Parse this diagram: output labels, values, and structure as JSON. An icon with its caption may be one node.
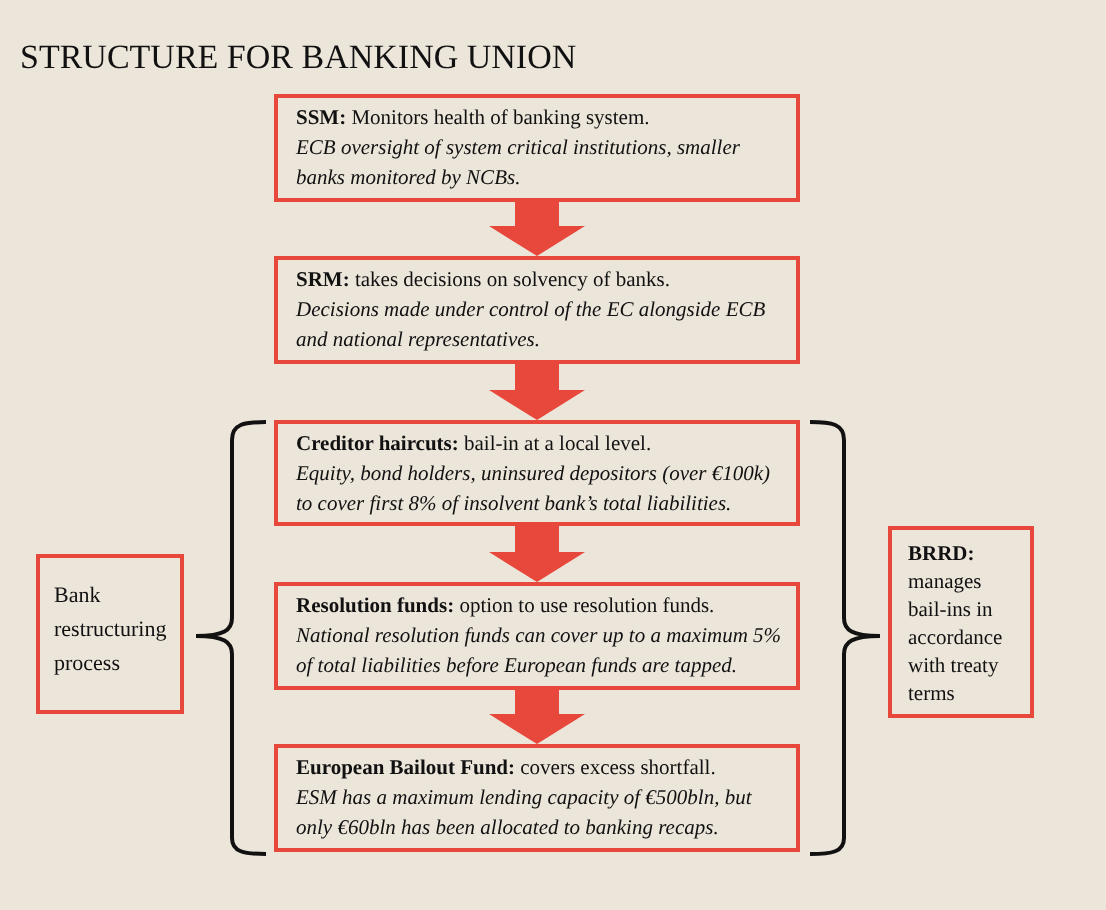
{
  "diagram": {
    "title": "STRUCTURE FOR BANKING UNION",
    "nodes": [
      {
        "text": [
          "**SSM:** Monitors health of banking system.",
          "ECB oversight of system critical institutions, smaller banks monitored by NCBs."
        ]
      },
      {
        "text": [
          "**SRM:** takes decisions on solvency of banks.",
          "Decisions made under control of the EC alongside ECB and national representatives."
        ]
      },
      {
        "text": [
          "**Creditor haircuts:** bail-in at a local level.",
          "Equity, bond holders, uninsured depositors (over €100k) to cover first 8% of insolvent bank’s total liabilities."
        ]
      },
      {
        "text": [
          "**Resolution funds:** option to use resolution funds.",
          "National resolution funds can cover up to a maximum 5% of total liabilities before European funds are tapped."
        ]
      },
      {
        "text": [
          "**European Bailout Fund:** covers excess shortfall.",
          "ESM has a maximum lending capacity of €500bln, but only €60bln has been allocated to banking recaps."
        ]
      },
      {
        "text": [
          "Bank restructuring process"
        ]
      },
      {
        "text": [
          "**BRRD:** manages bail-ins in accordance with treaty terms"
        ]
      }
    ],
    "edges": [
      {
        "from": 0,
        "to": 1,
        "arrow": "to"
      },
      {
        "from": 1,
        "to": 2,
        "arrow": "to"
      },
      {
        "from": 2,
        "to": 3,
        "arrow": "to"
      },
      {
        "from": 3,
        "to": 4,
        "arrow": "to"
      }
    ]
  }
}
